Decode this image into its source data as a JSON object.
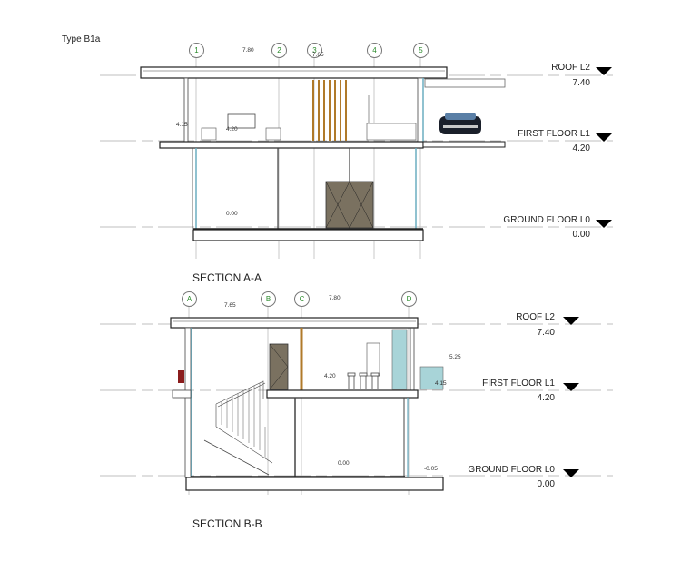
{
  "title": "Type B1a",
  "sections": [
    {
      "label": "SECTION A-A",
      "grid_bubbles": [
        "1",
        "2",
        "3",
        "4",
        "5"
      ],
      "levels": [
        {
          "name": "ROOF L2",
          "value": "7.40"
        },
        {
          "name": "FIRST FLOOR L1",
          "value": "4.20"
        },
        {
          "name": "GROUND FLOOR L0",
          "value": "0.00"
        }
      ],
      "spot_elevations": [
        "7.80",
        "7.65",
        "4.15",
        "4.20",
        "0.00"
      ]
    },
    {
      "label": "SECTION B-B",
      "grid_bubbles": [
        "A",
        "B",
        "C",
        "D"
      ],
      "levels": [
        {
          "name": "ROOF L2",
          "value": "7.40"
        },
        {
          "name": "FIRST FLOOR L1",
          "value": "4.20"
        },
        {
          "name": "GROUND FLOOR L0",
          "value": "0.00"
        }
      ],
      "spot_elevations": [
        "7.65",
        "7.80",
        "4.20",
        "5.25",
        "4.15",
        "0.00",
        "-0.05"
      ]
    }
  ],
  "colors": {
    "line": "#222222",
    "grid": "#999999",
    "bubble_text": "#2a8a2a",
    "timber": "#b07a2a",
    "door": "#7a7160",
    "glass": "#a8d4d8",
    "wall_blue": "#6aaec0"
  }
}
